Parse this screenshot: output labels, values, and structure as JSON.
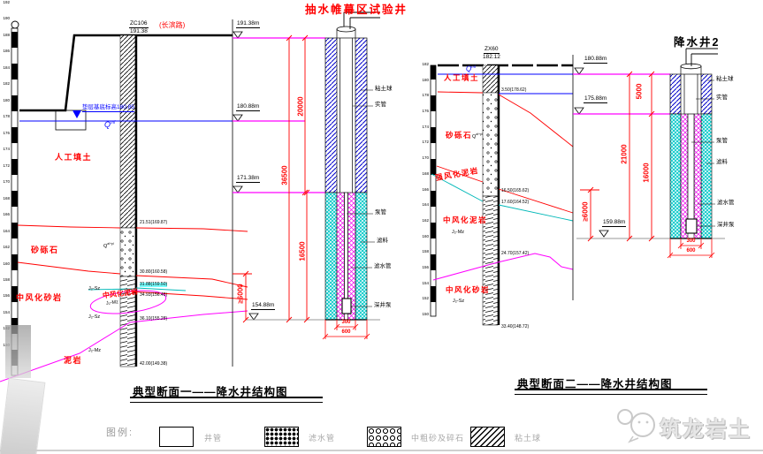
{
  "s1": {
    "title": "典型断面一——降水井结构图",
    "well_title": "抽水帷幕区试验井",
    "bh_id": "ZC106",
    "bh_road": "(长滨路)",
    "bh_elev": "191.38",
    "note": "垫层基底标高180.85",
    "q": "Q",
    "q_sup": "ml",
    "qg": "Q",
    "qg_sup": "al+pl",
    "soil1": "人工填土",
    "soil2": "砂砾石",
    "soil3": "中风化砂岩",
    "soil4": "中风化泥岩",
    "soil5": "泥岩",
    "code_s": "J₂-Sz",
    "code_m": "J₂-Mz",
    "d1": "21.51(169.87)",
    "d2": "30.80(160.58)",
    "d3": "31.88(159.50)",
    "d4": "34.93(156.45)",
    "d5": "36.10(155.28)",
    "d6": "42.00(149.38)",
    "e1": "191.38m",
    "e2": "180.88m",
    "e3": "171.38m",
    "e4": "154.88m",
    "dim_total": "36500",
    "dim_up": "20000",
    "dim_low": "16500",
    "dim_min": "≥6000",
    "dim300": "300",
    "dim600": "600",
    "wl1": "粘土球",
    "wl2": "实管",
    "wl3": "泵管",
    "wl4": "滤料",
    "wl5": "滤水管",
    "wl6": "深井泵",
    "ruler": [
      "192",
      "190",
      "188",
      "186",
      "184",
      "182",
      "180",
      "178",
      "176",
      "174",
      "172",
      "170",
      "168",
      "166",
      "164",
      "162",
      "160",
      "158",
      "156",
      "154",
      "152",
      "150"
    ]
  },
  "s2": {
    "title": "典型断面二——降水井结构图",
    "well_title": "降水井2",
    "bh_id": "ZX60",
    "bh_elev": "182.12",
    "q": "Q",
    "q_sup": "ml",
    "qg": "Q",
    "qg_sup": "al+pl",
    "soil1": "人工填土",
    "soil2": "砂砾石",
    "soil3": "强风化泥岩",
    "soil4": "中风化泥岩",
    "soil5": "中风化砂岩",
    "code_m": "J₂-Mz",
    "code_s": "J₂-Sz",
    "d1": "3.50(178.62)",
    "d2": "16.50(165.62)",
    "d3": "17.60(164.52)",
    "d4": "24.70(157.42)",
    "d5": "33.40(148.72)",
    "e1": "180.88m",
    "e2": "175.88m",
    "e3": "159.88m",
    "dim_up": "5000",
    "dim_total": "21000",
    "dim_low": "16000",
    "dim_min": "≥6000",
    "dim300": "300",
    "dim600": "600",
    "wl1": "粘土球",
    "wl2": "实管",
    "wl3": "泵管",
    "wl4": "滤料",
    "wl5": "滤水管",
    "wl6": "深井泵",
    "ruler": [
      "182",
      "180",
      "178",
      "176",
      "174",
      "172",
      "170",
      "168",
      "166",
      "164",
      "162",
      "160",
      "158",
      "156",
      "154",
      "152",
      "150"
    ]
  },
  "legend": {
    "title": "图例:",
    "labels": [
      "井管",
      "滤水管",
      "中粗砂及碎石",
      "粘土球"
    ]
  },
  "watermark": "筑龙岩土"
}
